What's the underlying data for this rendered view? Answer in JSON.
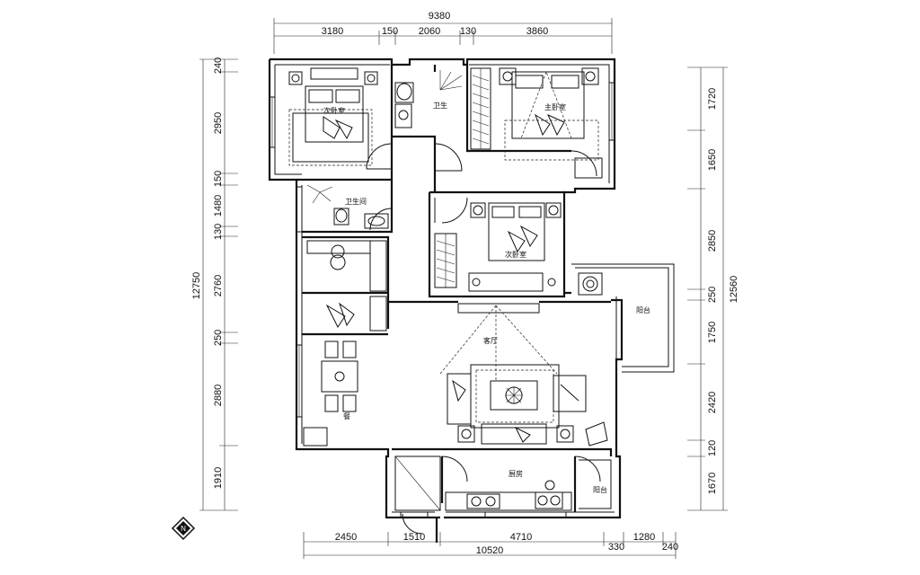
{
  "dimensions": {
    "top_total": "9380",
    "top": [
      "3180",
      "150",
      "2060",
      "130",
      "3860"
    ],
    "left_total": "12750",
    "left": [
      "240",
      "2950",
      "150",
      "1480",
      "130",
      "2760",
      "250",
      "2880",
      "1910"
    ],
    "right_total": "12560",
    "right": [
      "1720",
      "1650",
      "2850",
      "250",
      "1750",
      "2420",
      "120",
      "1670"
    ],
    "bottom_total": "10520",
    "bottom": [
      "2450",
      "1510",
      "4710",
      "330",
      "1280",
      "240"
    ]
  },
  "rooms": {
    "second_bedroom": "次卧室",
    "master_bedroom": "主卧室",
    "third_bedroom": "次卧室",
    "toilet_1": "卫生",
    "toilet_2": "卫生间",
    "living_room": "客厅",
    "dining_room": "餐",
    "kitchen": "厨房",
    "balcony": "阳台",
    "balcony_2": "阳台"
  },
  "compass_label": "N"
}
